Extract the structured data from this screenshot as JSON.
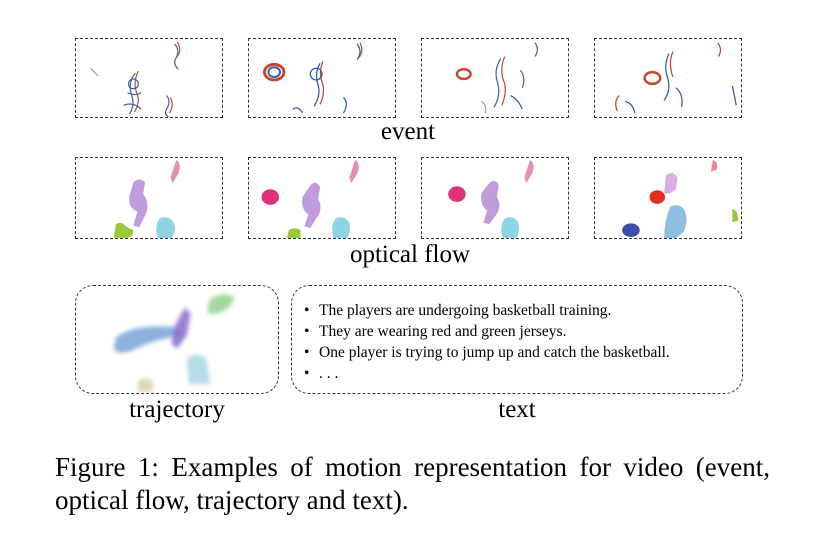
{
  "rows": {
    "event_label": "event",
    "flow_label": "optical flow",
    "trajectory_label": "trajectory",
    "text_label": "text"
  },
  "text_panel": {
    "bullets": [
      "The players are undergoing basketball training.",
      "They are wearing red and green jerseys.",
      "One player is trying to jump up and catch the basketball.",
      ". . ."
    ]
  },
  "caption": {
    "text": "Figure 1: Examples of motion representation for video (event, optical flow, trajectory and text)."
  },
  "colors": {
    "event_blue": "#2f5fb0",
    "event_red": "#c8442a",
    "flow_purple": "#b58bd6",
    "flow_pink": "#e0327a",
    "flow_red": "#e0301e",
    "flow_cyan": "#8fd3e6",
    "flow_green": "#9bc93c",
    "flow_navy": "#3b4fa8",
    "traj_blue": "#6e9fd4",
    "traj_purple": "#8a6acb",
    "traj_green": "#8fcf86"
  },
  "icons": [
    "event-frame-image",
    "optical-flow-frame-image",
    "trajectory-image"
  ]
}
